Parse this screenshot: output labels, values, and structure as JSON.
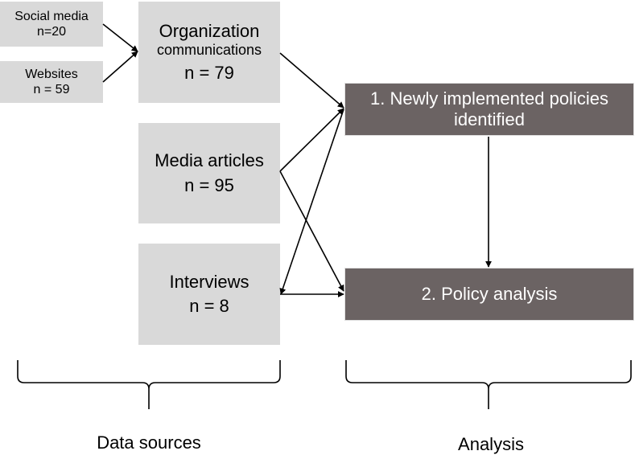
{
  "sources": {
    "social_media": {
      "name": "Social media",
      "count": "n=20"
    },
    "websites": {
      "name": "Websites",
      "count": "n = 59"
    },
    "organization": {
      "name_line1": "Organization",
      "name_line2": "communications",
      "count": "n = 79"
    },
    "media": {
      "name": "Media articles",
      "count": "n = 95"
    },
    "interviews": {
      "name": "Interviews",
      "count": "n = 8"
    }
  },
  "analysis": {
    "step1_line1": "1. Newly implemented policies",
    "step1_line2": "identified",
    "step2": "2. Policy analysis"
  },
  "labels": {
    "data_sources": "Data sources",
    "analysis": "Analysis"
  },
  "colors": {
    "source_box": "#d9d9d9",
    "analysis_box": "#6b6363",
    "line": "#000000"
  }
}
